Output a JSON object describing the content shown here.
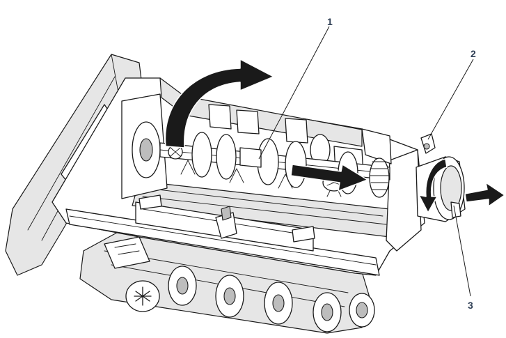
{
  "diagram": {
    "callouts": [
      {
        "id": "1",
        "label": "1"
      },
      {
        "id": "2",
        "label": "2"
      },
      {
        "id": "3",
        "label": "3"
      }
    ],
    "colors": {
      "line": "#1a1a1a",
      "callout_text": "#2f3f55",
      "fill_light": "#e6e6e6",
      "fill_mid": "#bdbdbd"
    }
  }
}
